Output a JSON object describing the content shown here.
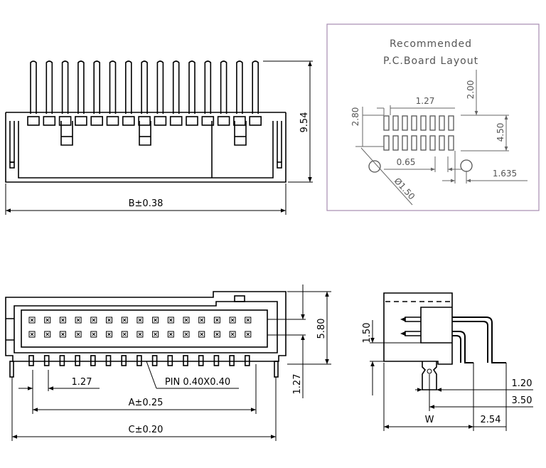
{
  "top_view": {
    "dim_height": "9.54",
    "dim_width": "B±0.38"
  },
  "layout": {
    "title_line1": "Recommended",
    "title_line2": "P.C.Board  Layout",
    "dim_pitch": "1.27",
    "dim_top": "2.00",
    "dim_left": "2.80",
    "dim_right": "4.50",
    "dim_gap": "0.65",
    "dim_hole": "Ø1.50",
    "dim_offset": "1.635"
  },
  "front_view": {
    "dim_pitch": "1.27",
    "pin_label": "PIN  0.40X0.40",
    "dim_a": "A±0.25",
    "dim_c": "C±0.20",
    "dim_height": "5.80",
    "dim_tail": "1.27"
  },
  "side_view": {
    "dim_150": "1.50",
    "dim_120": "1.20",
    "dim_350": "3.50",
    "dim_w": "W",
    "dim_254": "2.54"
  }
}
